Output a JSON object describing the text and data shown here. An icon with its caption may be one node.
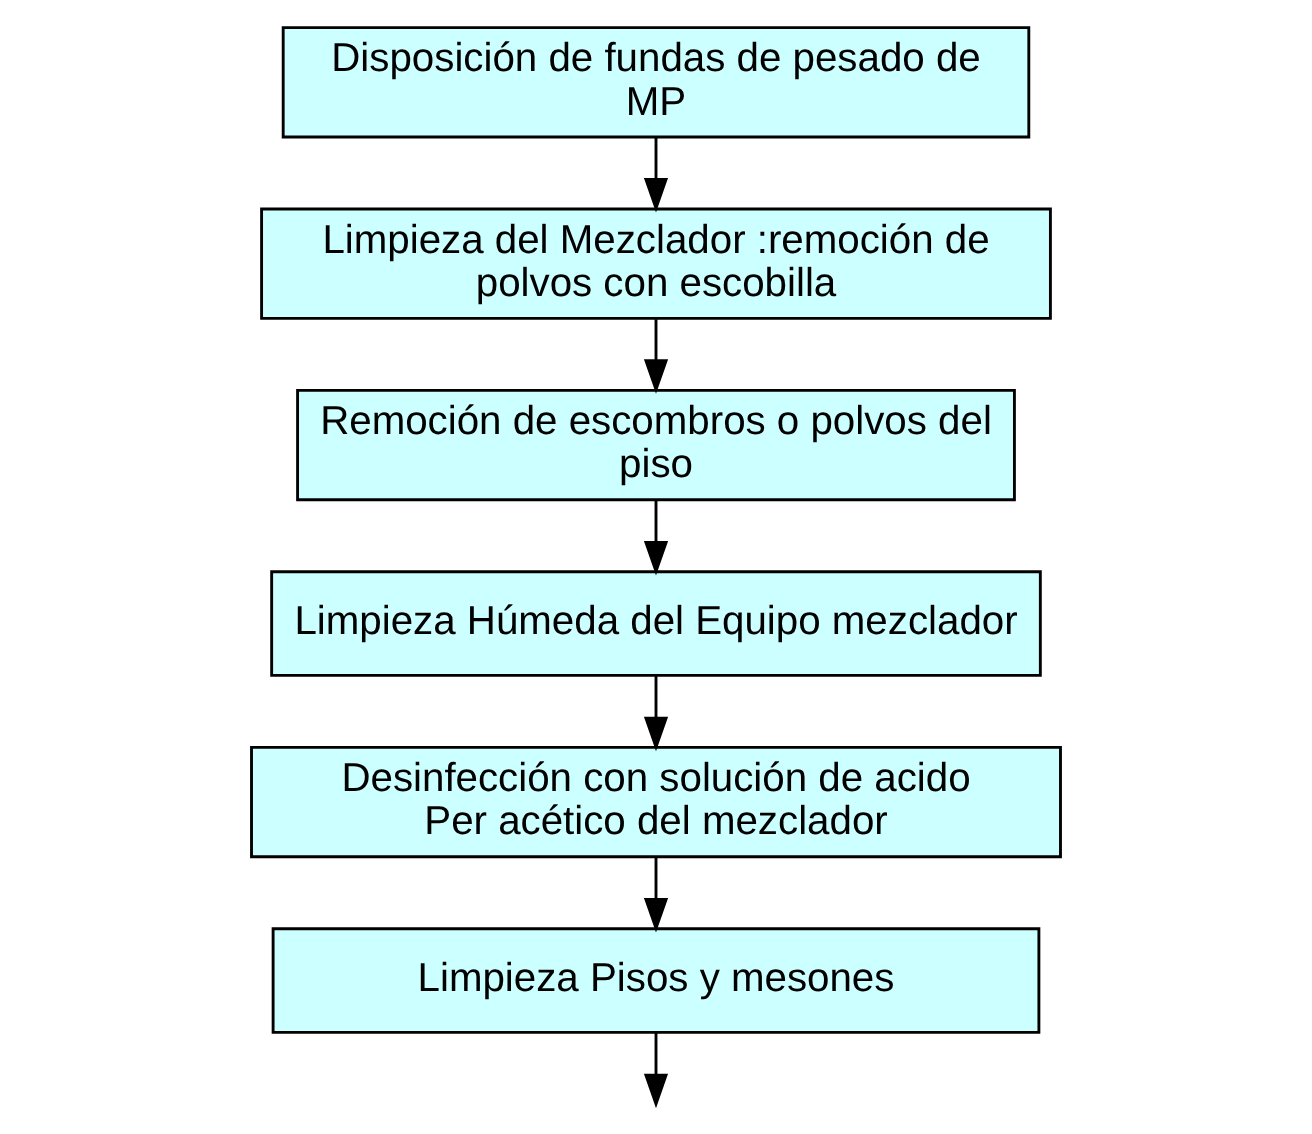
{
  "diagram": {
    "nodes": [
      {
        "text": [
          "Disposición de fundas de pesado de MP"
        ]
      },
      {
        "text": [
          "Limpieza del Mezclador :remoción de polvos con escobilla"
        ]
      },
      {
        "text": [
          "Remoción de escombros o polvos del piso"
        ]
      },
      {
        "text": [
          "Limpieza Húmeda del Equipo mezclador"
        ]
      },
      {
        "text": [
          "Desinfección con solución de acido Per acético del mezclador"
        ]
      },
      {
        "text": [
          "Limpieza Pisos y mesones"
        ]
      }
    ],
    "edges": [
      {
        "from": 0,
        "to": 1,
        "arrow": "to"
      },
      {
        "from": 1,
        "to": 2,
        "arrow": "to"
      },
      {
        "from": 2,
        "to": 3,
        "arrow": "to"
      },
      {
        "from": 3,
        "to": 4,
        "arrow": "to"
      },
      {
        "from": 4,
        "to": 5,
        "arrow": "to"
      },
      {
        "from": 5,
        "to": null,
        "arrow": "to"
      }
    ]
  }
}
